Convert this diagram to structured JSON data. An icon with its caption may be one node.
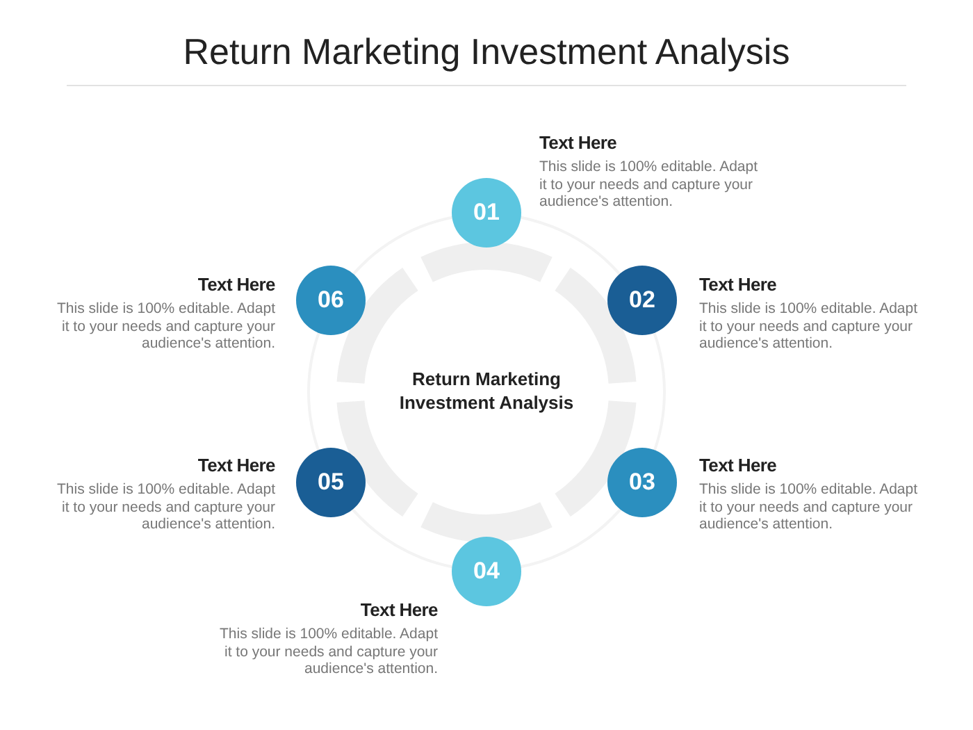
{
  "diagram": {
    "title": "Return Marketing Investment Analysis",
    "nodes": [
      {
        "text": [
          "Return Marketing Investment Analysis"
        ]
      },
      {
        "text": [
          "01"
        ],
        "beside": [
          "Text Here",
          "This slide is 100% editable. Adapt it to your needs and capture your audience's attention."
        ]
      },
      {
        "text": [
          "02"
        ],
        "beside": [
          "Text Here",
          "This slide is 100% editable. Adapt it to your needs and capture your audience's attention."
        ]
      },
      {
        "text": [
          "03"
        ],
        "beside": [
          "Text Here",
          "This slide is 100% editable. Adapt it to your needs and capture your audience's attention."
        ]
      },
      {
        "text": [
          "04"
        ],
        "beside": [
          "Text Here",
          "This slide is 100% editable. Adapt it to your needs and capture your audience's attention."
        ]
      },
      {
        "text": [
          "05"
        ],
        "beside": [
          "Text Here",
          "This slide is 100% editable. Adapt it to your needs and capture your audience's attention."
        ]
      },
      {
        "text": [
          "06"
        ],
        "beside": [
          "Text Here",
          "This slide is 100% editable. Adapt it to your needs and capture your audience's attention."
        ]
      }
    ],
    "edges": []
  }
}
